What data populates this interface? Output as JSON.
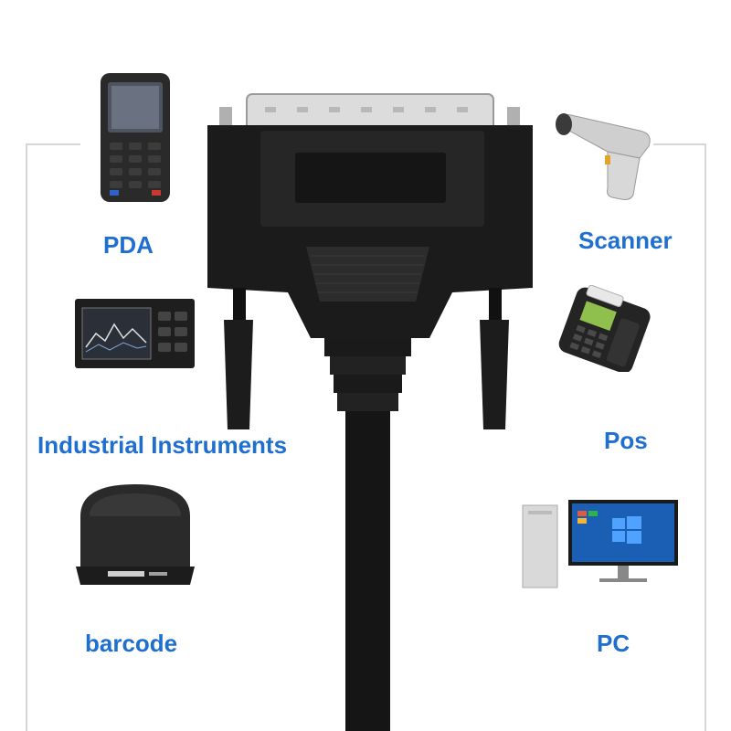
{
  "devices": {
    "pda": {
      "label": "PDA",
      "icon": "pda-icon"
    },
    "scanner": {
      "label": "Scanner",
      "icon": "barcode-scanner-icon"
    },
    "industrial": {
      "label": "Industrial Instruments",
      "icon": "industrial-instrument-icon"
    },
    "pos": {
      "label": "Pos",
      "icon": "pos-terminal-icon"
    },
    "barcode": {
      "label": "barcode",
      "icon": "label-printer-icon"
    },
    "pc": {
      "label": "PC",
      "icon": "desktop-pc-icon"
    }
  },
  "colors": {
    "label": "#1f6fd1",
    "connector": "#1a1a1a",
    "frame": "#d6d6d6"
  }
}
